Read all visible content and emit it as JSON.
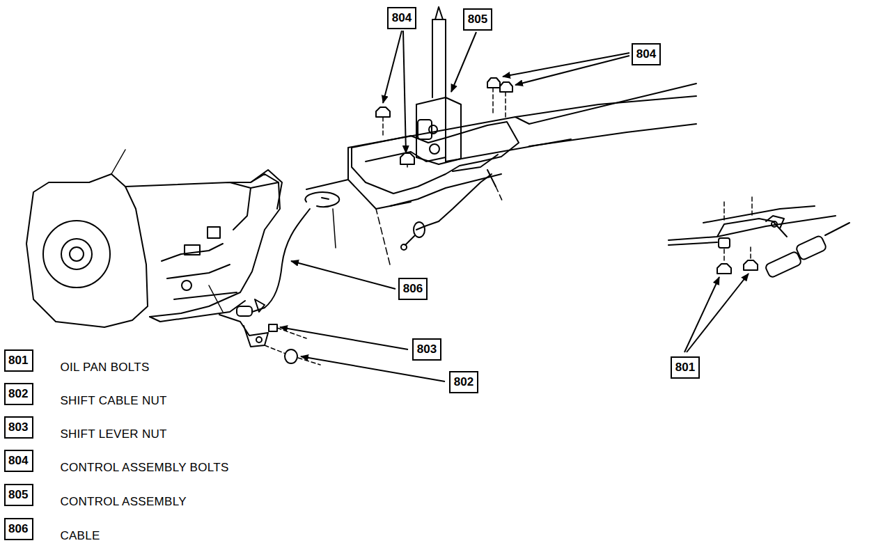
{
  "diagram": {
    "nodes": [
      {
        "text": [
          "804"
        ]
      },
      {
        "text": [
          "805"
        ]
      },
      {
        "text": [
          "804"
        ]
      },
      {
        "text": [
          "806"
        ]
      },
      {
        "text": [
          "803"
        ]
      },
      {
        "text": [
          "802"
        ]
      },
      {
        "text": [
          "801"
        ]
      },
      {
        "text": [
          "801",
          "OIL PAN BOLTS"
        ]
      },
      {
        "text": [
          "802",
          "SHIFT CABLE NUT"
        ]
      },
      {
        "text": [
          "803",
          "SHIFT LEVER NUT"
        ]
      },
      {
        "text": [
          "804",
          "CONTROL ASSEMBLY BOLTS"
        ]
      },
      {
        "text": [
          "805",
          "CONTROL ASSEMBLY"
        ]
      },
      {
        "text": [
          "806",
          "CABLE"
        ]
      }
    ]
  }
}
